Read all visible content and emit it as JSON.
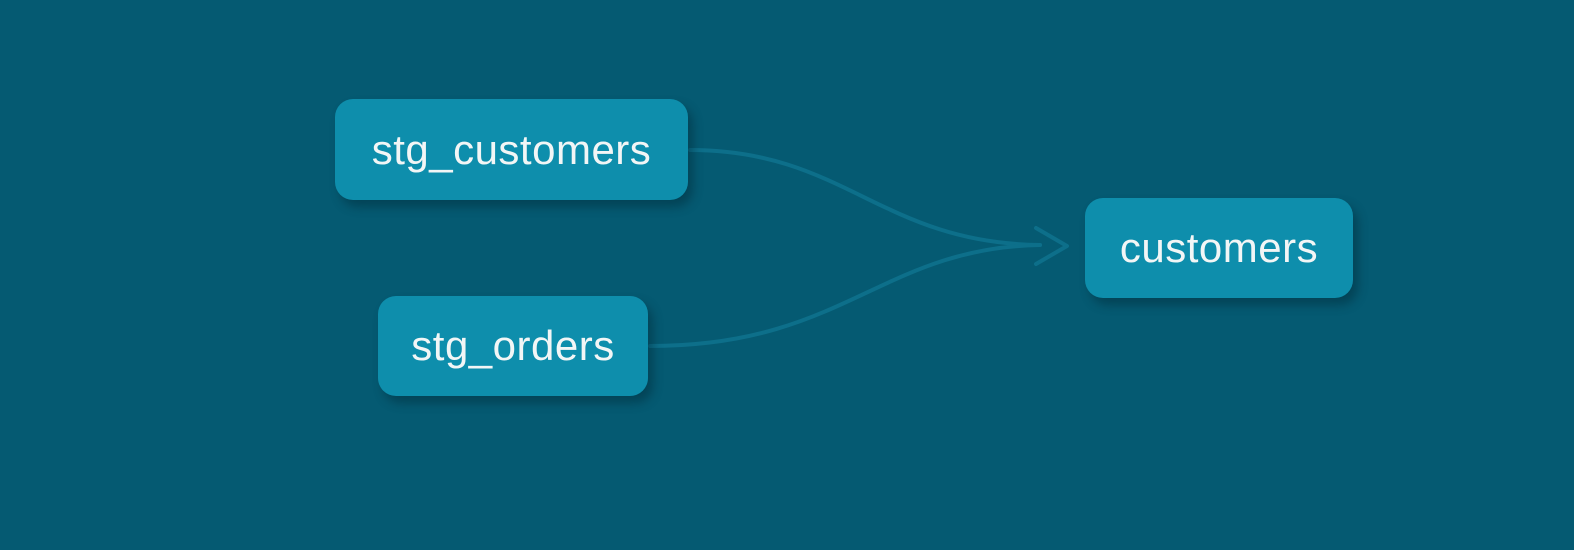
{
  "diagram": {
    "type": "lineage-dag",
    "colors": {
      "background": "#055A72",
      "node_fill": "#0E8EAC",
      "node_shadow": "#04485E",
      "edge": "#0D6F8A",
      "text": "#F2F6F6"
    },
    "nodes": [
      {
        "id": "stg_customers",
        "label": "stg_customers"
      },
      {
        "id": "stg_orders",
        "label": "stg_orders"
      },
      {
        "id": "customers",
        "label": "customers"
      }
    ],
    "edges": [
      {
        "from": "stg_customers",
        "to": "customers"
      },
      {
        "from": "stg_orders",
        "to": "customers"
      }
    ]
  }
}
